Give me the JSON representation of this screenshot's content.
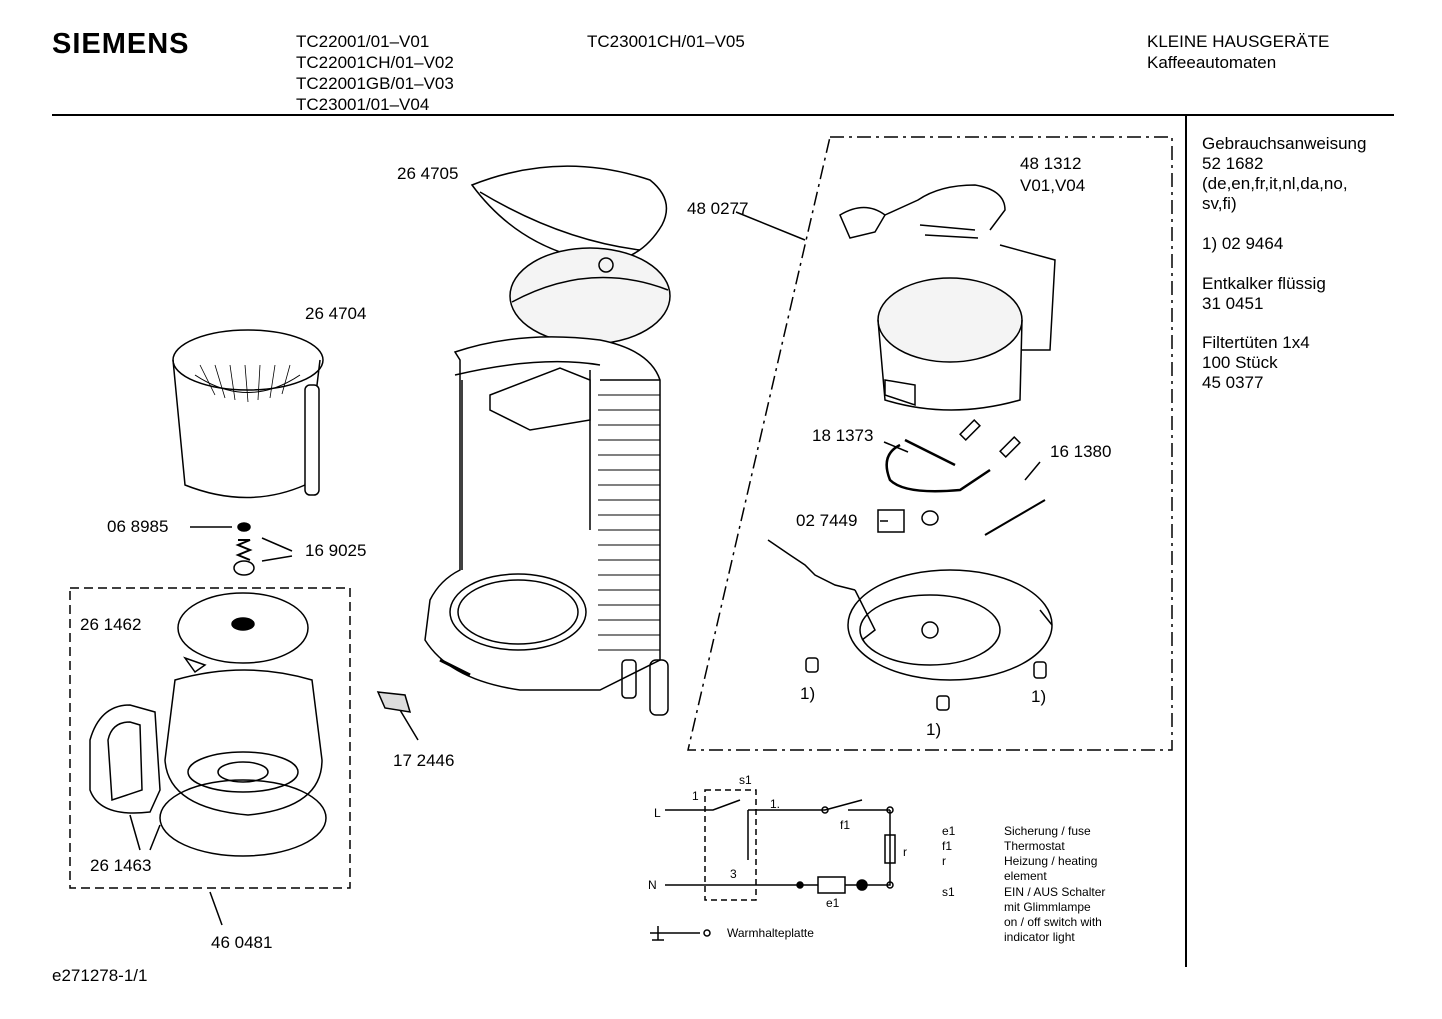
{
  "header": {
    "brand": "SIEMENS",
    "models_col1": [
      "TC22001/01–V01",
      "TC22001CH/01–V02",
      "TC22001GB/01–V03",
      "TC23001/01–V04"
    ],
    "models_col2": "TC23001CH/01–V05",
    "category_line1": "KLEINE HAUSGERÄTE",
    "category_line2": "Kaffeeautomaten"
  },
  "sidebar": {
    "manual_title": "Gebrauchsanweisung",
    "manual_number": "52 1682",
    "manual_langs_1": "(de,en,fr,it,nl,da,no,",
    "manual_langs_2": "sv,fi)",
    "note_1": "1)  02 9464",
    "descaler_title": "Entkalker flüssig",
    "descaler_number": "31 0451",
    "filter_title": "Filtertüten 1x4",
    "filter_qty": "100 Stück",
    "filter_number": "45 0377"
  },
  "parts": {
    "p264705": "26 4705",
    "p264704": "26 4704",
    "p480277": "48 0277",
    "p481312": "48 1312",
    "p481312_variant": "V01,V04",
    "p181373": "18 1373",
    "p161380": "16 1380",
    "p027449": "02 7449",
    "p068985": "06 8985",
    "p169025": "16 9025",
    "p261462": "26 1462",
    "p261463": "26 1463",
    "p460481": "46 0481",
    "p172446": "17 2446",
    "foot_a": "1)",
    "foot_b": "1)",
    "foot_c": "1)"
  },
  "schematic": {
    "s1": "s1",
    "one_a": "1",
    "one_b": "1.",
    "L": "L",
    "N": "N",
    "three": "3",
    "f1": "f1",
    "r": "r",
    "e1": "e1",
    "ground_label": "Warmhalteplatte"
  },
  "legend": [
    {
      "code": "e1",
      "text": [
        "Sicherung / fuse"
      ]
    },
    {
      "code": "f1",
      "text": [
        "Thermostat"
      ]
    },
    {
      "code": "r",
      "text": [
        "Heizung / heating",
        "element"
      ]
    },
    {
      "code": "s1",
      "text": [
        "EIN / AUS Schalter",
        "mit Glimmlampe",
        "on / off switch with",
        "indicator light"
      ]
    }
  ],
  "footer": {
    "doc_id": "e271278-1/1"
  }
}
